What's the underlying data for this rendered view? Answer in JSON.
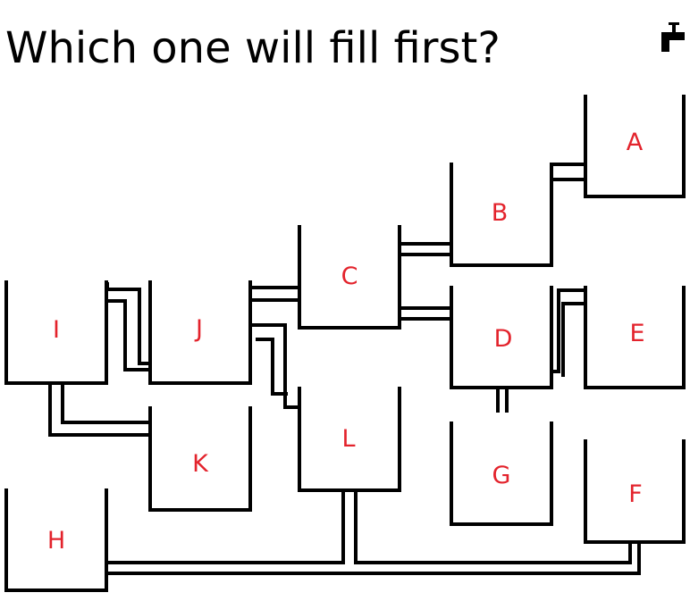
{
  "title": "Which one will fill first?",
  "label_color": "#e3232c",
  "line_color": "#000000",
  "icons": {
    "source": "faucet-icon"
  },
  "tanks": {
    "A": "A",
    "B": "B",
    "C": "C",
    "D": "D",
    "E": "E",
    "F": "F",
    "G": "G",
    "H": "H",
    "I": "I",
    "J": "J",
    "K": "K",
    "L": "L"
  }
}
